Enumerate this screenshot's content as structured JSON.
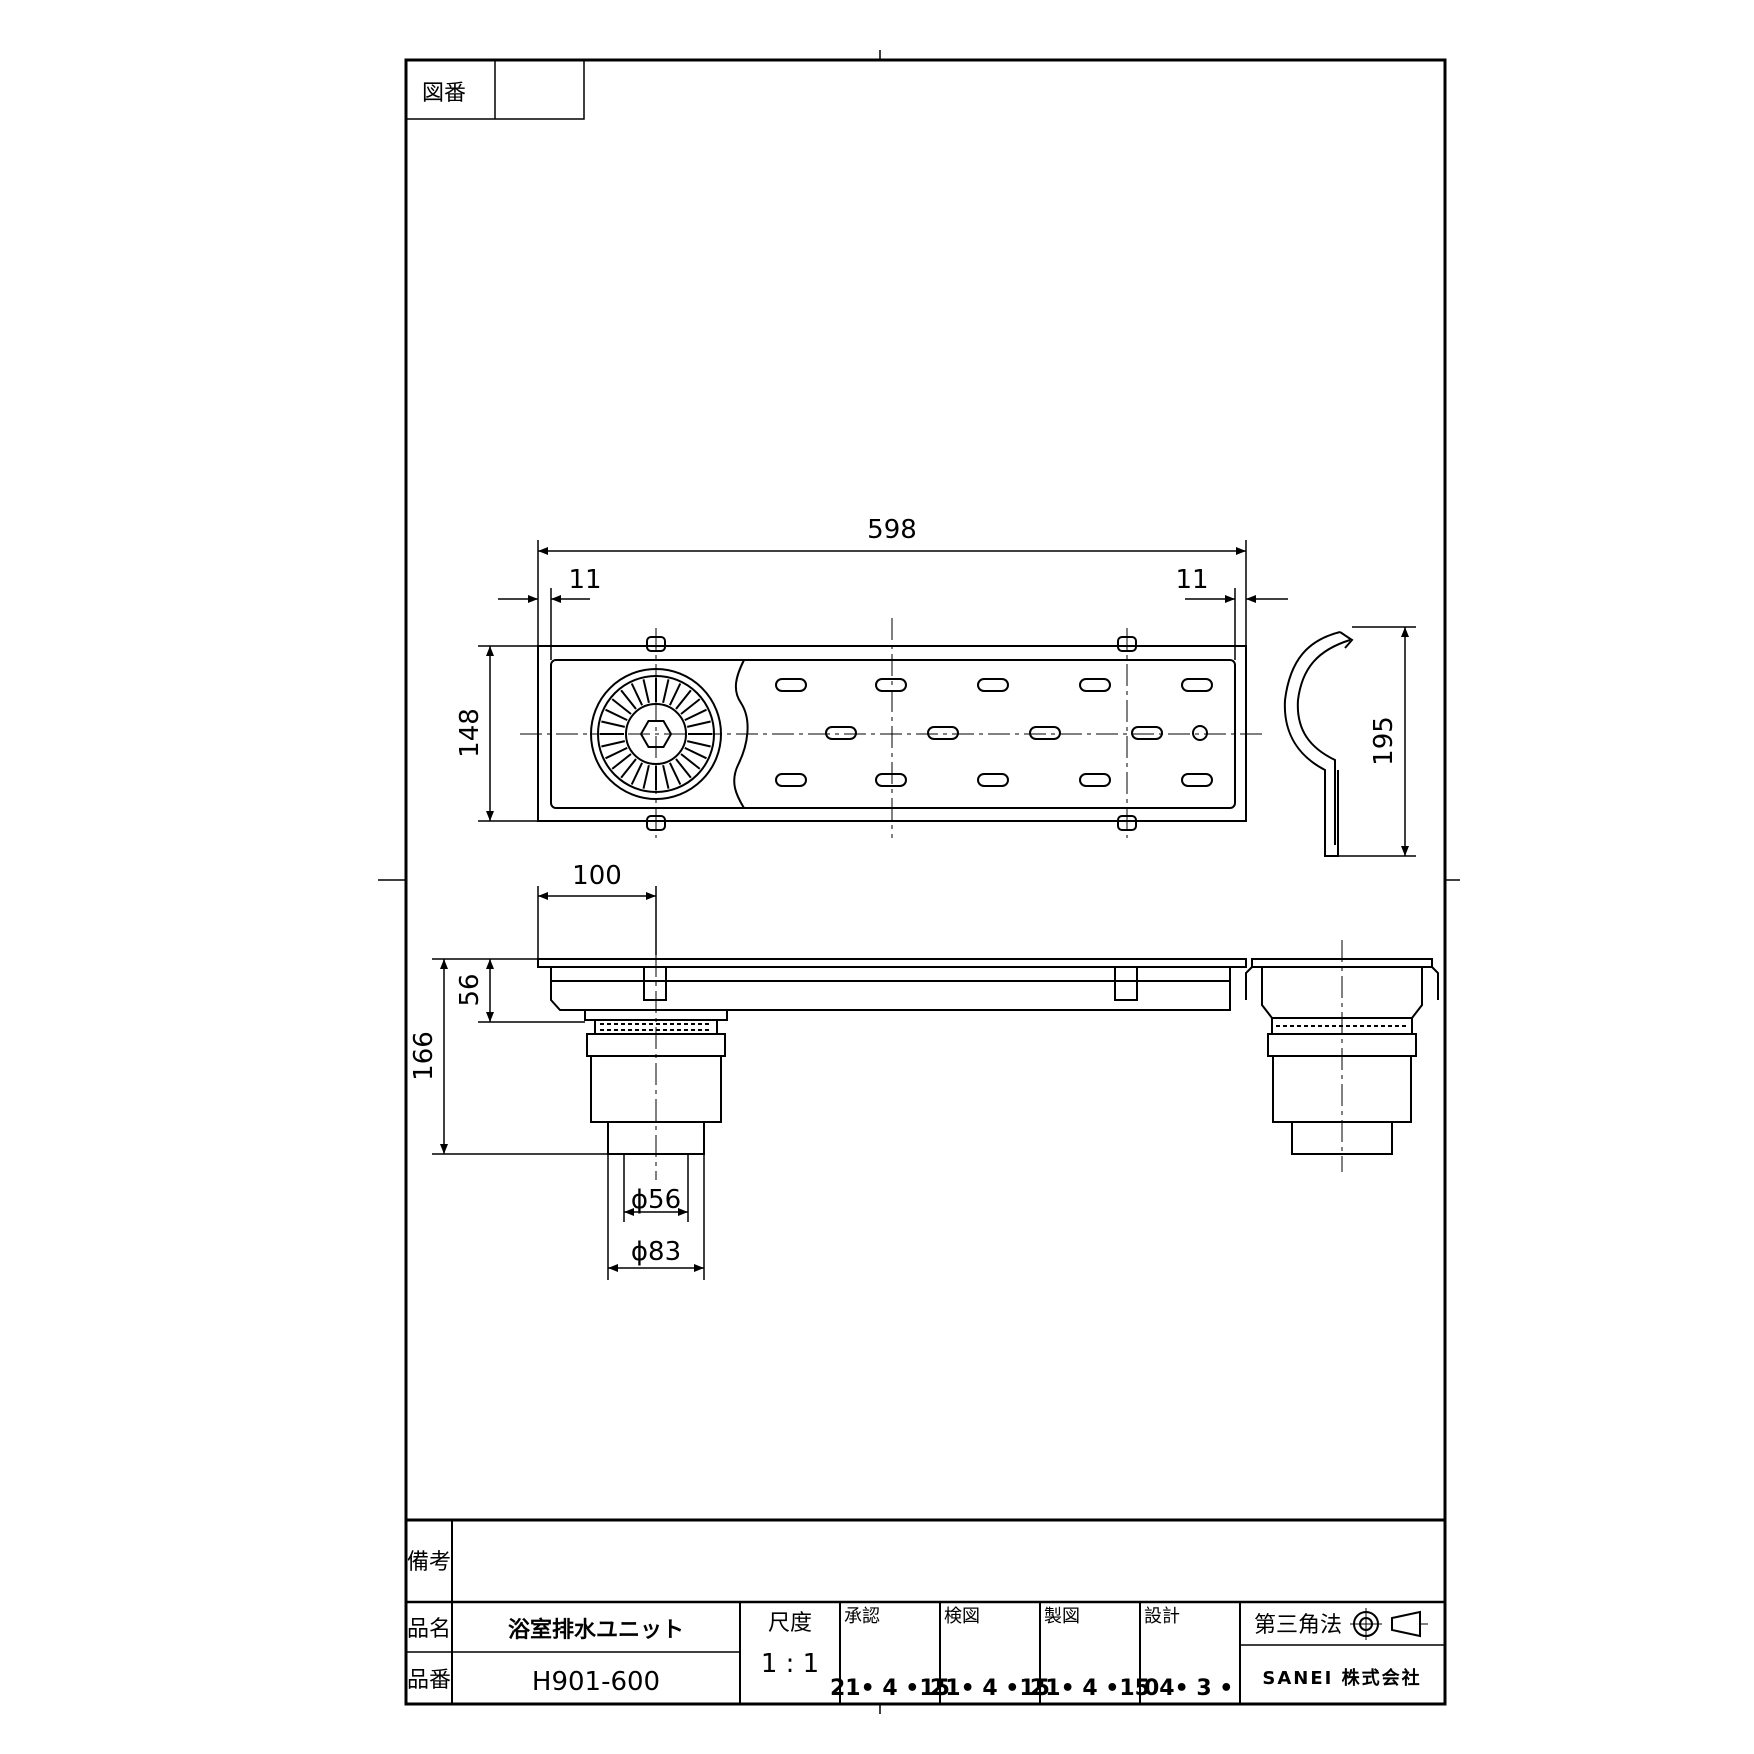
{
  "drawing_number": {
    "label": "図番",
    "value": ""
  },
  "dimensions": {
    "overall_length": "598",
    "flange_left": "11",
    "flange_right": "11",
    "width": "148",
    "side_height": "195",
    "drain_offset": "100",
    "depth": "56",
    "total_height": "166",
    "inner_diameter": "ϕ56",
    "outer_diameter": "ϕ83"
  },
  "title_block": {
    "remarks_label": "備考",
    "remarks_value": "",
    "name_label": "品名",
    "name_value": "浴室排水ユニット",
    "number_label": "品番",
    "number_value": "H901-600",
    "scale_label": "尺度",
    "scale_value": "1 : 1",
    "approved_label": "承認",
    "approved_date": "21• 4 •15",
    "checked_label": "検図",
    "checked_date": "21• 4 •15",
    "drawn_label": "製図",
    "drawn_date": "21• 4 •15",
    "design_label": "設計",
    "design_date": "04• 3 •",
    "projection_label": "第三角法",
    "company": "SANEI 株式会社"
  }
}
